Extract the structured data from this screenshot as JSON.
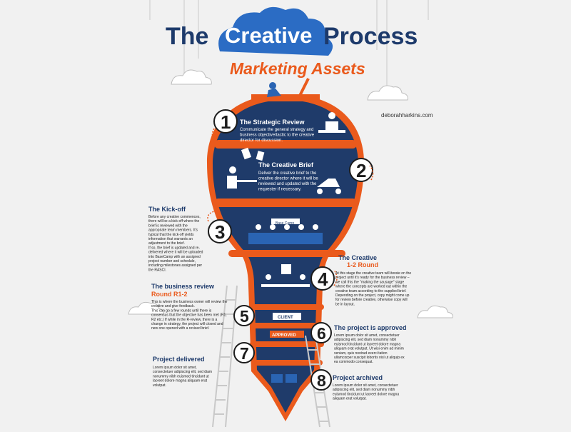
{
  "header": {
    "title_left": "The",
    "title_middle": "Creative",
    "title_right": "Process",
    "subtitle": "Marketing Assets",
    "website": "deborahharkins.com"
  },
  "colors": {
    "navy": "#1f3b6a",
    "orange": "#ea5a1c",
    "blue": "#2a64b3",
    "cloud": "#2b6cc4",
    "text": "#1d3a6b"
  },
  "steps": [
    {
      "number": "1",
      "title": "The Strategic Review",
      "body": [
        "Communicate the general strategy and",
        "business objective/tactic to the creative",
        "director for discussion."
      ]
    },
    {
      "number": "2",
      "title": "The Creative Brief",
      "body": [
        "Deliver the creative brief to the",
        "creative director where it will be",
        "reviewed and updated with the",
        "requester if necessary."
      ]
    },
    {
      "number": "3",
      "title": "The Kick-off",
      "body": [
        "Before any creative commences,",
        "there will be a kick-off where the",
        "brief is reviewed with the",
        "appropriate team members. It's",
        "typical that the kick-off yields",
        "information that warrants an",
        "adjustment to the brief.",
        "",
        "If so, the brief is updated and re-",
        "delivered where it will be uploaded",
        "into BaseCamp with an assigned",
        "project number and schedule,",
        "including milestones assigned per",
        "the RASCI."
      ]
    },
    {
      "number": "4",
      "title": "The Creative",
      "title2": "1-2 Round",
      "body": [
        "At this stage the creative team will iterate on the",
        "project until it's ready for the business review –",
        "we call this the \"making the sausage\" stage",
        "where the concepts are worked out within the",
        "creative team according to the supplied brief.",
        "",
        "Depending on the project, copy might come up",
        "for review before creative, otherwise copy will",
        "be in layout."
      ]
    },
    {
      "number": "5",
      "title": "The business review",
      "title2": "Round R1-2",
      "body": [
        "This is where the business owner will review the",
        "creative and give feedback.",
        "",
        "This can go a few rounds until there is",
        "consensus that the objective has been met (R1,",
        "R2 etc.) If while in the R-review, there is a",
        "change in strategy, the project will closed and",
        "new one opened with a revised brief."
      ]
    },
    {
      "number": "6",
      "title": "The project is approved",
      "body": [
        "Lorem ipsum dolor sit amet, consectetuer",
        "adipiscing elit, sed diam nonummy nibh",
        "euismod tincidunt ut laoreet dolore magna",
        "aliquam erat volutpat. Ut wisi enim ad minim",
        "veniam, quis nostrud exerci tation",
        "ullamcorper suscipit lobortis nisl ut aliquip ex",
        "ea commodo consequat."
      ]
    },
    {
      "number": "7",
      "title": "Project delivered",
      "body": [
        "Lorem ipsum dolor sit amet,",
        "consectetuer adipiscing elit, sed diam",
        "nonummy nibh euismod tincidunt ut",
        "laoreet dolore magna aliquam erat",
        "volutpat."
      ]
    },
    {
      "number": "8",
      "title": "Project archived",
      "body": [
        "Lorem ipsum dolor sit amet, consectetuer",
        "adipiscing elit, sed diam nonummy nibh",
        "euismod tincidunt ut laoreet dolore magna",
        "aliquam erat volutpat."
      ]
    }
  ],
  "labels": {
    "basecamp": "Base Camp",
    "client": "CLIENT",
    "approved": "APPROVED",
    "highlight_phrase": "\"making the sausage\"",
    "highlight_rreview": "R-review"
  }
}
